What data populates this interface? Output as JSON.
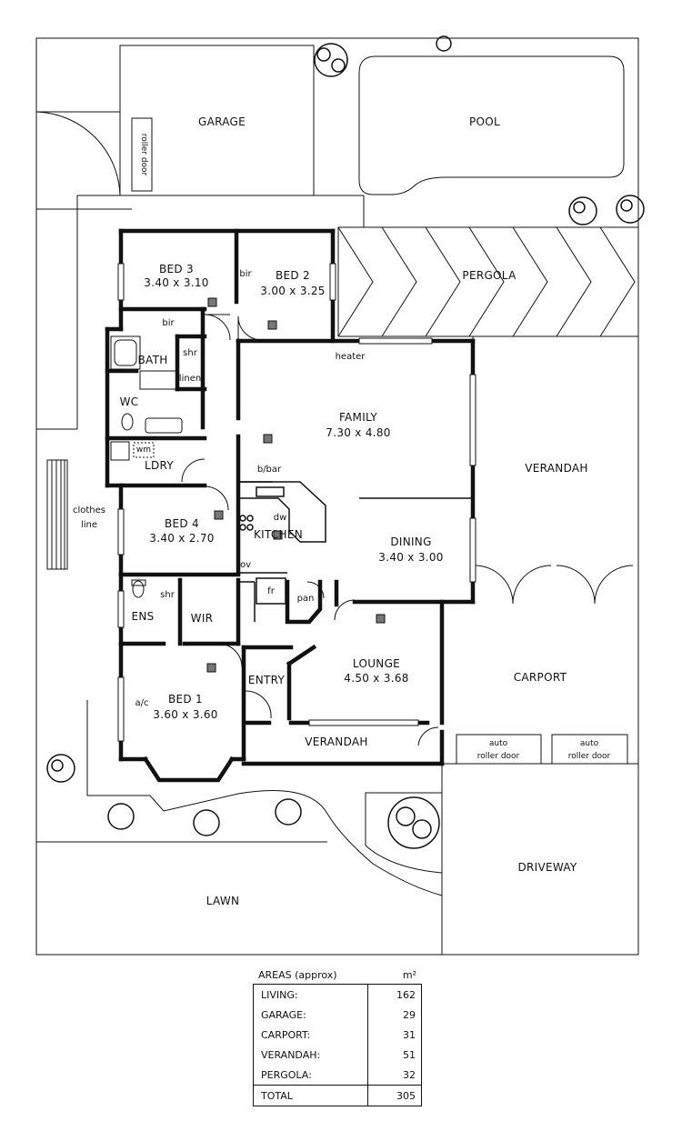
{
  "plan": {
    "rooms": {
      "garage": "GARAGE",
      "roller_door": "roller door",
      "pool": "POOL",
      "pergola": "PERGOLA",
      "bed3": "BED 3",
      "bed3_size": "3.40 x 3.10",
      "bed2": "BED 2",
      "bed2_size": "3.00 x 3.25",
      "bir_bed3": "bir",
      "bir_bed2": "bir",
      "bath": "BATH",
      "shr_bath": "shr",
      "linen": "linen",
      "wc": "WC",
      "wm": "wm",
      "ldry": "LDRY",
      "clothes_line": "clothes line",
      "heater": "heater",
      "family": "FAMILY",
      "family_size": "7.30 x 4.80",
      "verandah_side": "VERANDAH",
      "bbar": "b/bar",
      "dw": "dw",
      "kitchen": "KITCHEN",
      "bed4": "BED 4",
      "bed4_size": "3.40 x 2.70",
      "dining": "DINING",
      "dining_size": "3.40 x 3.00",
      "ov": "ov",
      "fr": "fr",
      "pan": "pan",
      "shr_ens": "shr",
      "ens": "ENS",
      "wir": "WIR",
      "lounge": "LOUNGE",
      "lounge_size": "4.50 x 3.68",
      "carport": "CARPORT",
      "entry": "ENTRY",
      "ac": "a/c",
      "bed1": "BED 1",
      "bed1_size": "3.60 x 3.60",
      "verandah_front": "VERANDAH",
      "auto_roller_door_1": "auto roller door",
      "auto_roller_door_2": "auto roller door",
      "driveway": "DRIVEWAY",
      "lawn": "LAWN"
    }
  },
  "areas": {
    "title": "AREAS (approx)",
    "unit": "m²",
    "rows": [
      {
        "label": "LIVING:",
        "value": "162"
      },
      {
        "label": "GARAGE:",
        "value": "29"
      },
      {
        "label": "CARPORT:",
        "value": "31"
      },
      {
        "label": "VERANDAH:",
        "value": "51"
      },
      {
        "label": "PERGOLA:",
        "value": "32"
      }
    ],
    "total_label": "TOTAL",
    "total_value": "305"
  }
}
